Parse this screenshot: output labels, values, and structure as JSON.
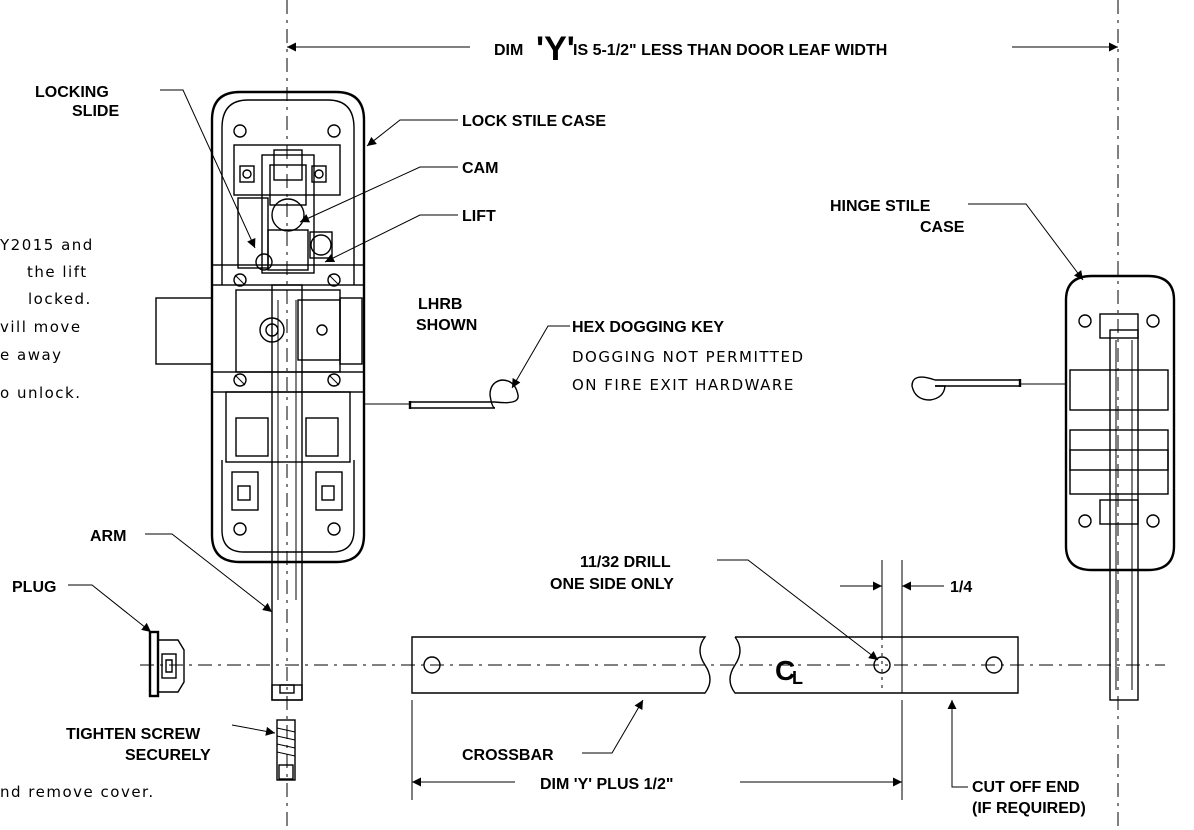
{
  "labels": {
    "dim_y_prefix": "DIM",
    "dim_y_letter": "'Y'",
    "dim_y_rest": "IS 5-1/2\" LESS THAN DOOR LEAF WIDTH",
    "locking_slide_1": "LOCKING",
    "locking_slide_2": "SLIDE",
    "lock_stile_case": "LOCK STILE CASE",
    "cam": "CAM",
    "lift": "LIFT",
    "hinge_stile_case_1": "HINGE STILE",
    "hinge_stile_case_2": "CASE",
    "lhrb_1": "LHRB",
    "lhrb_2": "SHOWN",
    "hex_dogging_key": "HEX DOGGING KEY",
    "arm": "ARM",
    "plug": "PLUG",
    "drill_1": "11/32 DRILL",
    "drill_2": "ONE SIDE ONLY",
    "quarter": "1/4",
    "centerline": "C",
    "centerline_sub": "L",
    "tighten_1": "TIGHTEN SCREW",
    "tighten_2": "SECURELY",
    "crossbar": "CROSSBAR",
    "cut_off_1": "CUT OFF END",
    "cut_off_2": "(IF REQUIRED)",
    "dim_y_plus": "DIM 'Y' PLUS 1/2\""
  },
  "notes": {
    "dogging_1": "DOGGING NOT PERMITTED",
    "dogging_2": "ON FIRE EXIT HARDWARE",
    "left_1": "Y2015 and",
    "left_2": "the lift",
    "left_3": "locked.",
    "left_4": "vill move",
    "left_5": "e away",
    "left_6": "o unlock.",
    "bottom": "nd remove cover."
  }
}
